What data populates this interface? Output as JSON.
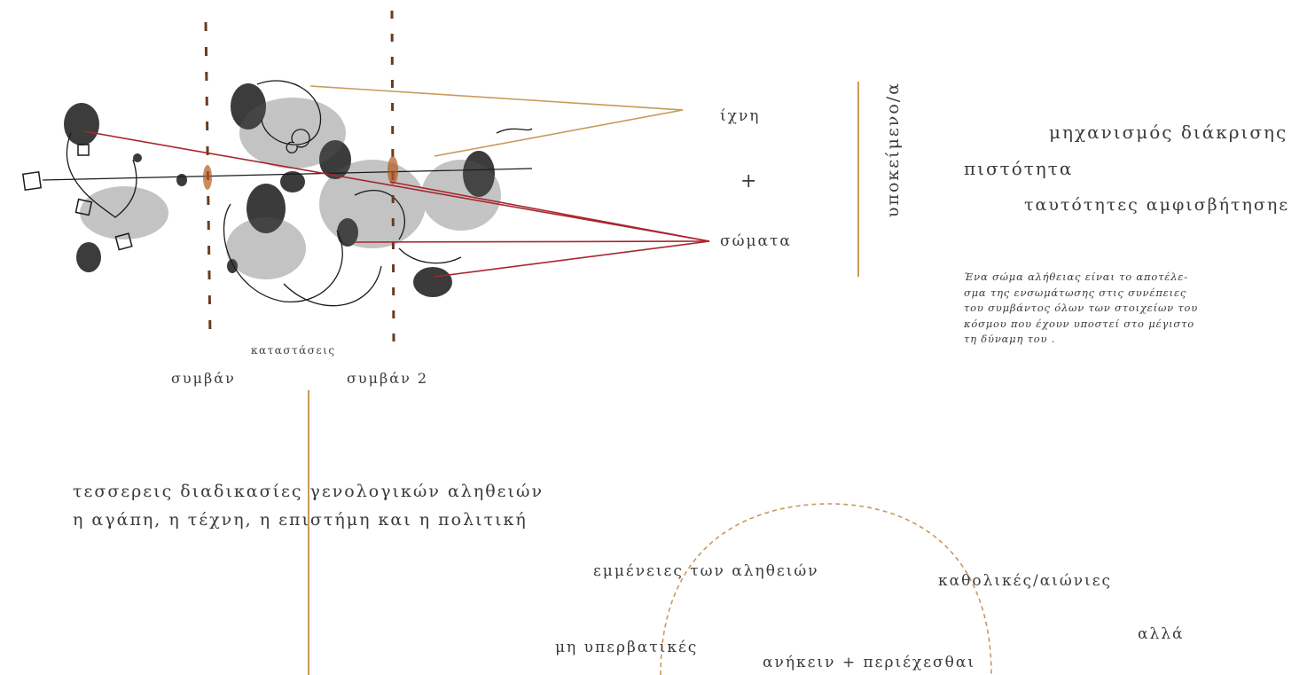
{
  "labels": {
    "traces": "ίχνη",
    "plus": "+",
    "bodies": "σώματα",
    "subject": "υποκείμενο/α",
    "states": "καταστάσεις",
    "event1": "συμβάν",
    "event2": "συμβάν 2",
    "mechanism": "μηχανισμός διάκρισης",
    "fidelity": "πιστότητα",
    "identities": "ταυτότητες αμφισβήτησηε",
    "procedures_line1": "τεσσερεις διαδικασίες γενολογικών αληθειών",
    "procedures_line2": "η αγάπη, η τέχνη, η επιστήμη και η πολιτική",
    "immanences": "εμμένειες των αληθειών",
    "universal": "καθολικές/αιώνιες",
    "but": "αλλά",
    "non_transcendent": "μη υπερβατικές",
    "belong_contain": "ανήκειν + περιέχεσθαι"
  },
  "paragraph": [
    "Ένα σώμα αλήθειας είναι το αποτέλε-",
    "σμα της ενσωμάτωσης στις συνέπειες",
    "του συμβάντος όλων των στοιχείων του",
    "κόσμου που έχουν υποστεί στο μέγιστο",
    "τη δύναμη του ."
  ],
  "colors": {
    "ochre_line": "#c89a5a",
    "red_line": "#a8262e",
    "ink": "#1a1a1a",
    "text": "#3a3a3a"
  }
}
